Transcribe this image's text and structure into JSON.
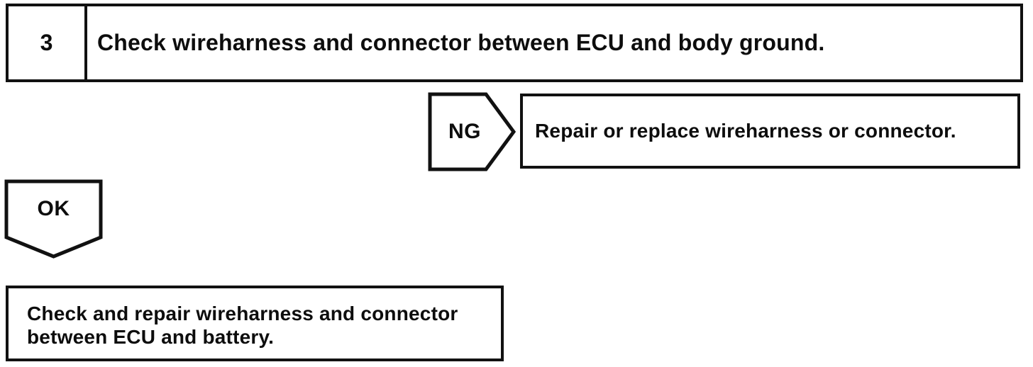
{
  "page": {
    "background_color": "#ffffff",
    "ink_color": "#0d0d0d"
  },
  "flowchart": {
    "step_box": {
      "number": "3",
      "instruction": "Check wireharness and connector between ECU and body ground."
    },
    "ng_branch": {
      "label": "NG",
      "action": "Repair or replace wireharness or connector."
    },
    "ok_branch": {
      "label": "OK",
      "result_line1": "Check and repair wireharness and connector",
      "result_line2": "between ECU and battery."
    }
  }
}
